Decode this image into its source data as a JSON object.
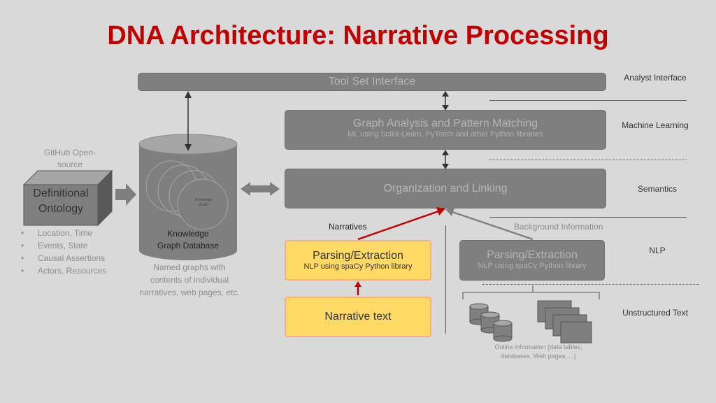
{
  "title": "DNA Architecture: Narrative Processing",
  "layers": {
    "analyst": "Analyst Interface",
    "ml": "Machine Learning",
    "semantics": "Semantics",
    "nlp": "NLP",
    "unstructured": "Unstructured Text"
  },
  "toolset": "Tool Set Interface",
  "graph_analysis": {
    "main": "Graph Analysis and Pattern Matching",
    "sub": "ML using Scikit-Learn, PyTorch and other Python libraries"
  },
  "org_linking": "Organization and Linking",
  "github": "GitHub Open-source",
  "ontology": "Definitional Ontology",
  "bullets": [
    "Location, Time",
    "Events, State",
    "Causal Assertions",
    "Actors, Resources"
  ],
  "kg_db": "Knowledge Graph Database",
  "kg_small": "Knowledge Graph",
  "kg_note": "Named graphs with contents of individual narratives, web pages, etc.",
  "narratives_label": "Narratives",
  "background_label": "Background Information",
  "parsing_yellow": {
    "main": "Parsing/Extraction",
    "sub": "NLP using spaCy Python library"
  },
  "parsing_gray": {
    "main": "Parsing/Extraction",
    "sub": "NLP using spaCy Python library"
  },
  "narrative_text": "Narrative text",
  "online_info": "Online information (data tables, databases, Web pages, ...)",
  "colors": {
    "title": "#c00000",
    "red_arrow": "#c00000",
    "yellow": "#ffd966",
    "gray_box": "#7f7f7f"
  }
}
